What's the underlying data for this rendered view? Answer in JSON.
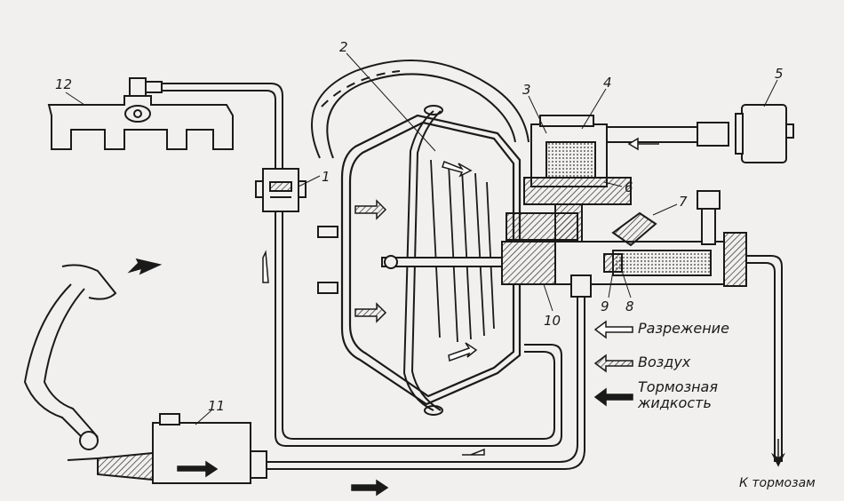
{
  "callouts": [
    {
      "id": "1",
      "text": "1"
    },
    {
      "id": "2",
      "text": "2"
    },
    {
      "id": "3",
      "text": "3"
    },
    {
      "id": "4",
      "text": "4"
    },
    {
      "id": "5",
      "text": "5"
    },
    {
      "id": "6",
      "text": "6"
    },
    {
      "id": "7",
      "text": "7"
    },
    {
      "id": "8",
      "text": "8"
    },
    {
      "id": "9",
      "text": "9"
    },
    {
      "id": "10",
      "text": "10"
    },
    {
      "id": "11",
      "text": "11"
    },
    {
      "id": "12",
      "text": "12"
    }
  ],
  "legend": {
    "vacuum": "Разрежение",
    "air": "Воздух",
    "fluid_line1": "Тормозная",
    "fluid_line2": "жидкость"
  },
  "outlet_caption": "К тормозам",
  "colors": {
    "ink": "#1a1a1a",
    "paper": "#f1f0ee",
    "hatch": "#2a2a2a"
  }
}
